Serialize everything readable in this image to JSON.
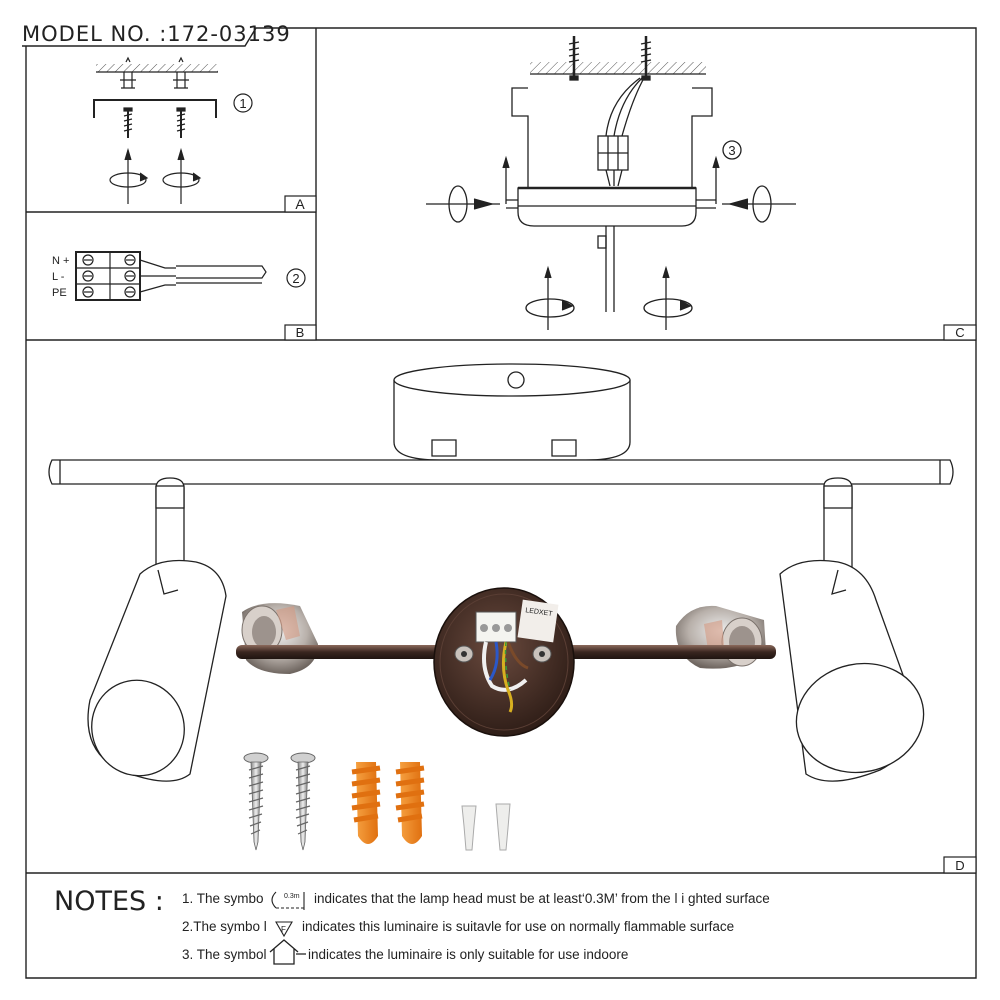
{
  "model_number": "MODEL NO. :172-03139",
  "panels": {
    "a": {
      "letter": "A",
      "step": "1"
    },
    "b": {
      "letter": "B",
      "step": "2",
      "terminals": [
        "N +",
        "L -",
        "PE"
      ]
    },
    "c": {
      "letter": "C",
      "step": "3"
    },
    "d": {
      "letter": "D"
    }
  },
  "product_label": "LEDXET",
  "notes": {
    "title": "NOTES :",
    "n1_pre": "1. The symbo",
    "n1_symbol": "0.3m",
    "n1_post": "indicates that the lamp head must be at least‘0.3M’ from the l i ghted surface",
    "n2_pre": "2.The symbo l",
    "n2_symbol": "F",
    "n2_post": "indicates this luminaire is suitavle for use on normally flammable surface",
    "n3_pre": "3. The symbol",
    "n3_post": "indicates the luminaire is only suitable for use indoore"
  },
  "colors": {
    "line": "#222222",
    "bar": "#4a3028",
    "plug": "#f08a1c",
    "nickel": "#b8b0aa"
  }
}
